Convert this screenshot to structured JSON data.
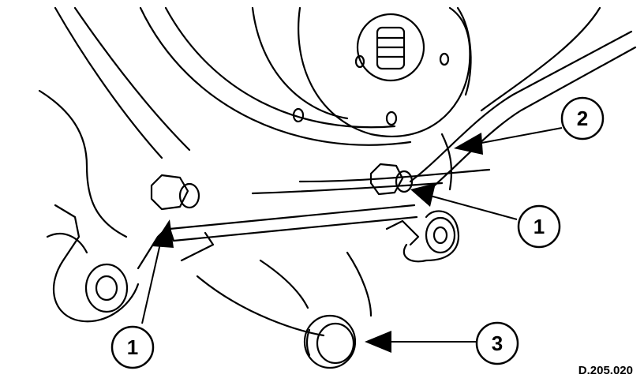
{
  "diagram": {
    "callouts": [
      {
        "id": "c1a",
        "label": "1"
      },
      {
        "id": "c1b",
        "label": "1"
      },
      {
        "id": "c2",
        "label": "2"
      },
      {
        "id": "c3",
        "label": "3"
      }
    ],
    "reference_code": "D.205.020",
    "icons": {
      "arrow": "arrow-pointer-icon",
      "bolt": "hex-bolt-icon"
    }
  }
}
